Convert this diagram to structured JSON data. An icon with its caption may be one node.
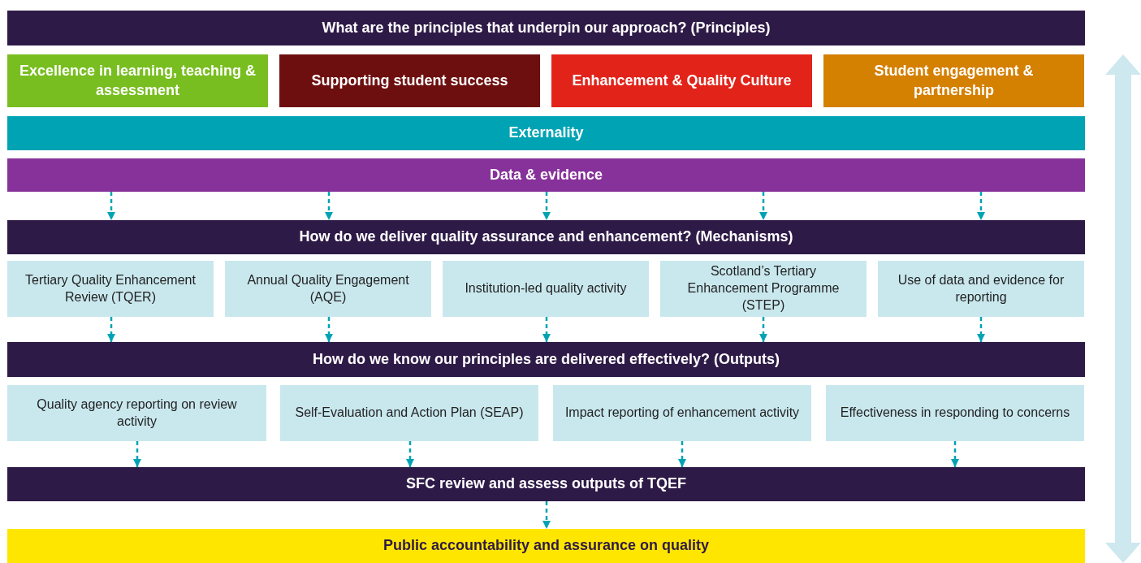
{
  "diagram": {
    "nodes": [
      {
        "text": [
          "What are the principles that underpin our approach? (Principles)"
        ]
      },
      {
        "text": [
          "Excellence in learning, teaching & assessment"
        ]
      },
      {
        "text": [
          "Supporting student success"
        ]
      },
      {
        "text": [
          "Enhancement & Quality Culture"
        ]
      },
      {
        "text": [
          "Student engagement & partnership"
        ]
      },
      {
        "text": [
          "Externality"
        ]
      },
      {
        "text": [
          "Data & evidence"
        ]
      },
      {
        "text": [
          "How do we deliver quality assurance and enhancement? (Mechanisms)"
        ]
      },
      {
        "text": [
          "Tertiary Quality Enhancement Review (TQER)"
        ]
      },
      {
        "text": [
          "Annual Quality Engagement (AQE)"
        ]
      },
      {
        "text": [
          "Institution-led quality activity"
        ]
      },
      {
        "text": [
          "Scotland’s Tertiary Enhancement Programme (STEP)"
        ]
      },
      {
        "text": [
          "Use of data and evidence for reporting"
        ]
      },
      {
        "text": [
          "How do we know our principles are delivered effectively? (Outputs)"
        ]
      },
      {
        "text": [
          "Quality agency reporting on review activity"
        ]
      },
      {
        "text": [
          "Self-Evaluation and Action Plan (SEAP)"
        ]
      },
      {
        "text": [
          "Impact reporting of enhancement activity"
        ]
      },
      {
        "text": [
          "Effectiveness in responding to concerns"
        ]
      },
      {
        "text": [
          "SFC review and assess outputs of TQEF"
        ]
      },
      {
        "text": [
          "Public accountability and assurance on quality"
        ]
      }
    ],
    "edges": [
      {
        "from": 6,
        "to": 7,
        "arrow": "to",
        "style": "dashed"
      },
      {
        "from": 6,
        "to": 7,
        "arrow": "to",
        "style": "dashed"
      },
      {
        "from": 6,
        "to": 7,
        "arrow": "to",
        "style": "dashed"
      },
      {
        "from": 6,
        "to": 7,
        "arrow": "to",
        "style": "dashed"
      },
      {
        "from": 6,
        "to": 7,
        "arrow": "to",
        "style": "dashed"
      },
      {
        "from": 8,
        "to": 13,
        "arrow": "to",
        "style": "dashed"
      },
      {
        "from": 9,
        "to": 13,
        "arrow": "to",
        "style": "dashed"
      },
      {
        "from": 10,
        "to": 13,
        "arrow": "to",
        "style": "dashed"
      },
      {
        "from": 11,
        "to": 13,
        "arrow": "to",
        "style": "dashed"
      },
      {
        "from": 12,
        "to": 13,
        "arrow": "to",
        "style": "dashed"
      },
      {
        "from": 14,
        "to": 18,
        "arrow": "to",
        "style": "dashed"
      },
      {
        "from": 15,
        "to": 18,
        "arrow": "to",
        "style": "dashed"
      },
      {
        "from": 16,
        "to": 18,
        "arrow": "to",
        "style": "dashed"
      },
      {
        "from": 17,
        "to": 18,
        "arrow": "to",
        "style": "dashed"
      },
      {
        "from": 18,
        "to": 19,
        "arrow": "to",
        "style": "dashed"
      }
    ]
  }
}
